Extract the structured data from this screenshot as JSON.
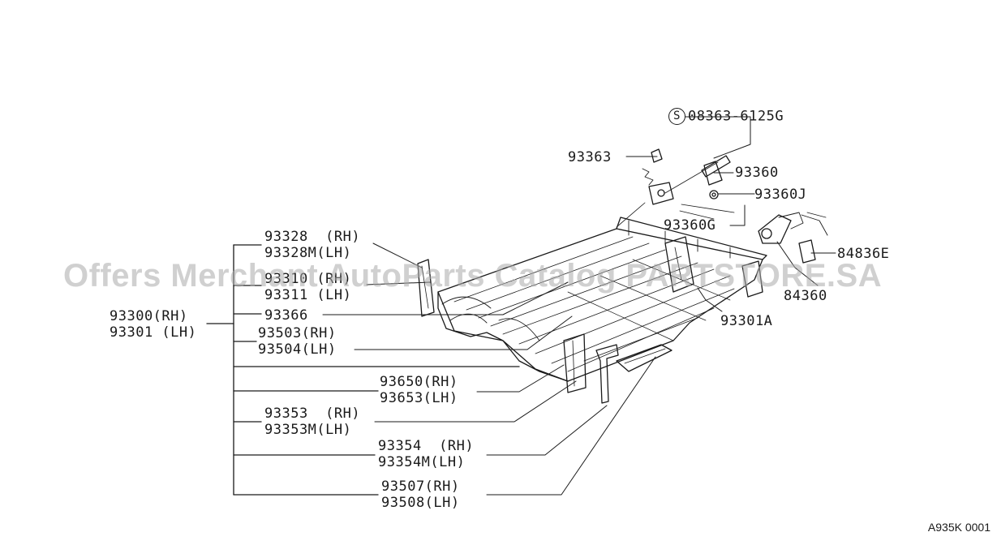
{
  "labels": {
    "l93328": "93328  (RH)",
    "l93328m": "93328M(LH)",
    "l93310": "93310 (RH)",
    "l93311": "93311 (LH)",
    "l93300": "93300(RH)",
    "l93301": "93301 (LH)",
    "l93366": "93366",
    "l93503": "93503(RH)",
    "l93504": "93504(LH)",
    "l93650": "93650(RH)",
    "l93653": "93653(LH)",
    "l93353": "93353  (RH)",
    "l93353m": "93353M(LH)",
    "l93354": "93354  (RH)",
    "l93354m": "93354M(LH)",
    "l93507": "93507(RH)",
    "l93508": "93508(LH)",
    "l93363": "93363",
    "l08363": "08363-6125G",
    "l08363_symbol": "S",
    "l93360": "93360",
    "l93360j": "93360J",
    "l93360g": "93360G",
    "l84836e": "84836E",
    "l84360": "84360",
    "l93301a": "93301A"
  },
  "watermark": "Offers Merchant AutoParts Catalog PARTSTORE.SA",
  "diagram_code": "A935K 0001"
}
